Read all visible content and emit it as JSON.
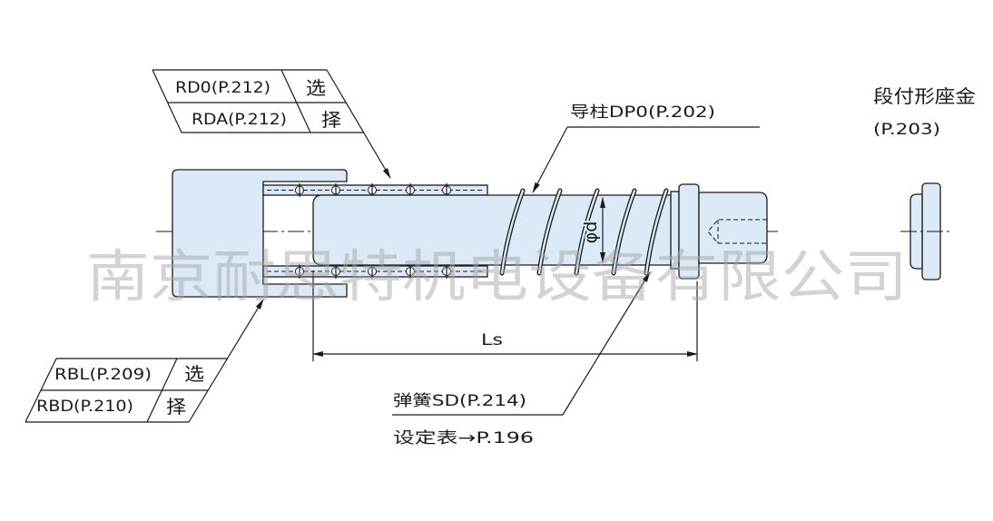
{
  "labels": {
    "rdo": "RD0(P.212)",
    "rda": "RDA(P.212)",
    "select_top_1": "选",
    "select_top_2": "择",
    "guide_post": "导柱DP0(P.202)",
    "washer_title": "段付形座金",
    "washer_page": "(P.203)",
    "rbl": "RBL(P.209)",
    "rbd": "RBD(P.210)",
    "select_bottom_1": "选",
    "select_bottom_2": "择",
    "spring": "弹簧SD(P.214)",
    "setting_table": "设定表→P.196",
    "diameter": "φd",
    "length": "Ls"
  },
  "watermark": "南京耐思特机电设备有限公司",
  "colors": {
    "part_fill": "#dbeaf6",
    "line": "#1a1a1a",
    "watermark": "#a8a8a8"
  }
}
